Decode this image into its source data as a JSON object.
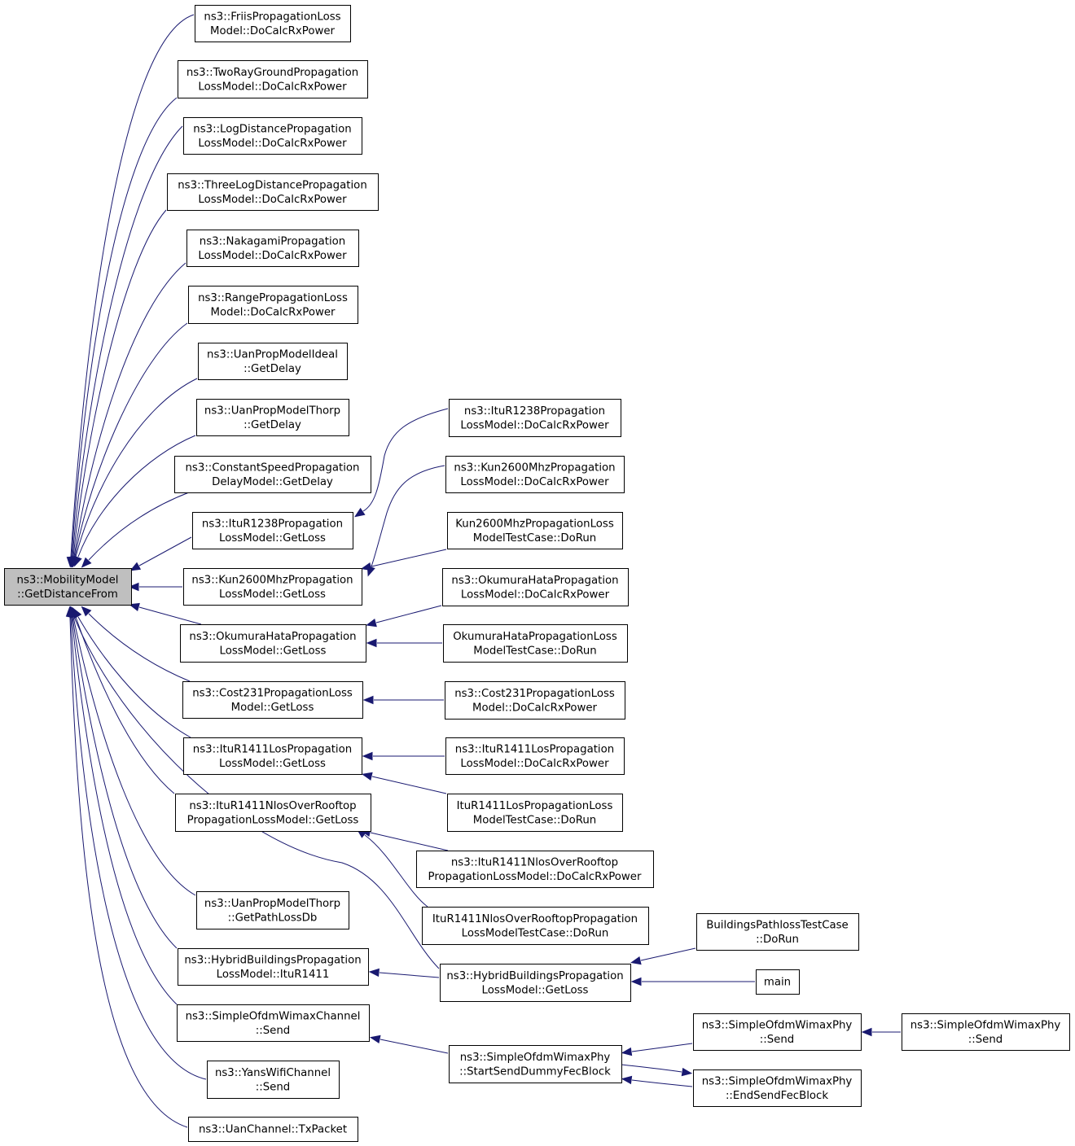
{
  "diagram": {
    "nodes": [
      {
        "id": "root",
        "lines": [
          "ns3::MobilityModel",
          "::GetDistanceFrom"
        ],
        "root": true
      },
      {
        "id": "friis",
        "lines": [
          "ns3::FriisPropagationLoss",
          "Model::DoCalcRxPower"
        ]
      },
      {
        "id": "tworay",
        "lines": [
          "ns3::TwoRayGroundPropagation",
          "LossModel::DoCalcRxPower"
        ]
      },
      {
        "id": "logdist",
        "lines": [
          "ns3::LogDistancePropagation",
          "LossModel::DoCalcRxPower"
        ]
      },
      {
        "id": "threelog",
        "lines": [
          "ns3::ThreeLogDistancePropagation",
          "LossModel::DoCalcRxPower"
        ]
      },
      {
        "id": "nakagami",
        "lines": [
          "ns3::NakagamiPropagation",
          "LossModel::DoCalcRxPower"
        ]
      },
      {
        "id": "range",
        "lines": [
          "ns3::RangePropagationLoss",
          "Model::DoCalcRxPower"
        ]
      },
      {
        "id": "uanideal",
        "lines": [
          "ns3::UanPropModelIdeal",
          "::GetDelay"
        ]
      },
      {
        "id": "uanthorp",
        "lines": [
          "ns3::UanPropModelThorp",
          "::GetDelay"
        ]
      },
      {
        "id": "constspeed",
        "lines": [
          "ns3::ConstantSpeedPropagation",
          "DelayModel::GetDelay"
        ]
      },
      {
        "id": "itu1238",
        "lines": [
          "ns3::ItuR1238Propagation",
          "LossModel::GetLoss"
        ]
      },
      {
        "id": "kun",
        "lines": [
          "ns3::Kun2600MhzPropagation",
          "LossModel::GetLoss"
        ]
      },
      {
        "id": "okumura",
        "lines": [
          "ns3::OkumuraHataPropagation",
          "LossModel::GetLoss"
        ]
      },
      {
        "id": "cost231",
        "lines": [
          "ns3::Cost231PropagationLoss",
          "Model::GetLoss"
        ]
      },
      {
        "id": "itu1411los",
        "lines": [
          "ns3::ItuR1411LosPropagation",
          "LossModel::GetLoss"
        ]
      },
      {
        "id": "itu1411nlos",
        "lines": [
          "ns3::ItuR1411NlosOverRooftop",
          "PropagationLossModel::GetLoss"
        ]
      },
      {
        "id": "uanthorppl",
        "lines": [
          "ns3::UanPropModelThorp",
          "::GetPathLossDb"
        ]
      },
      {
        "id": "hybrid1411",
        "lines": [
          "ns3::HybridBuildingsPropagation",
          "LossModel::ItuR1411"
        ]
      },
      {
        "id": "ofdmchan",
        "lines": [
          "ns3::SimpleOfdmWimaxChannel",
          "::Send"
        ]
      },
      {
        "id": "yans",
        "lines": [
          "ns3::YansWifiChannel",
          "::Send"
        ]
      },
      {
        "id": "uanchan",
        "lines": [
          "ns3::UanChannel::TxPacket"
        ]
      },
      {
        "id": "itu1238rx",
        "lines": [
          "ns3::ItuR1238Propagation",
          "LossModel::DoCalcRxPower"
        ]
      },
      {
        "id": "kunrx",
        "lines": [
          "ns3::Kun2600MhzPropagation",
          "LossModel::DoCalcRxPower"
        ]
      },
      {
        "id": "kuntest",
        "lines": [
          "Kun2600MhzPropagationLoss",
          "ModelTestCase::DoRun"
        ]
      },
      {
        "id": "okumurarx",
        "lines": [
          "ns3::OkumuraHataPropagation",
          "LossModel::DoCalcRxPower"
        ]
      },
      {
        "id": "okumuratest",
        "lines": [
          "OkumuraHataPropagationLoss",
          "ModelTestCase::DoRun"
        ]
      },
      {
        "id": "cost231rx",
        "lines": [
          "ns3::Cost231PropagationLoss",
          "Model::DoCalcRxPower"
        ]
      },
      {
        "id": "itu1411losrx",
        "lines": [
          "ns3::ItuR1411LosPropagation",
          "LossModel::DoCalcRxPower"
        ]
      },
      {
        "id": "itu1411lostest",
        "lines": [
          "ItuR1411LosPropagationLoss",
          "ModelTestCase::DoRun"
        ]
      },
      {
        "id": "itu1411nlosrx",
        "lines": [
          "ns3::ItuR1411NlosOverRooftop",
          "PropagationLossModel::DoCalcRxPower"
        ]
      },
      {
        "id": "itu1411nlostest",
        "lines": [
          "ItuR1411NlosOverRooftopPropagation",
          "LossModelTestCase::DoRun"
        ]
      },
      {
        "id": "hybridgetloss",
        "lines": [
          "ns3::HybridBuildingsPropagation",
          "LossModel::GetLoss"
        ]
      },
      {
        "id": "buildingstest",
        "lines": [
          "BuildingsPathlossTestCase",
          "::DoRun"
        ]
      },
      {
        "id": "main",
        "lines": [
          "main"
        ]
      },
      {
        "id": "startsend",
        "lines": [
          "ns3::SimpleOfdmWimaxPhy",
          "::StartSendDummyFecBlock"
        ]
      },
      {
        "id": "physend",
        "lines": [
          "ns3::SimpleOfdmWimaxPhy",
          "::Send"
        ]
      },
      {
        "id": "endsend",
        "lines": [
          "ns3::SimpleOfdmWimaxPhy",
          "::EndSendFecBlock"
        ]
      },
      {
        "id": "physend2",
        "lines": [
          "ns3::SimpleOfdmWimaxPhy",
          "::Send"
        ]
      }
    ],
    "edges": [
      {
        "from": "friis",
        "to": "root"
      },
      {
        "from": "tworay",
        "to": "root"
      },
      {
        "from": "logdist",
        "to": "root"
      },
      {
        "from": "threelog",
        "to": "root"
      },
      {
        "from": "nakagami",
        "to": "root"
      },
      {
        "from": "range",
        "to": "root"
      },
      {
        "from": "uanideal",
        "to": "root"
      },
      {
        "from": "uanthorp",
        "to": "root"
      },
      {
        "from": "constspeed",
        "to": "root"
      },
      {
        "from": "itu1238",
        "to": "root"
      },
      {
        "from": "kun",
        "to": "root"
      },
      {
        "from": "okumura",
        "to": "root"
      },
      {
        "from": "cost231",
        "to": "root"
      },
      {
        "from": "itu1411los",
        "to": "root"
      },
      {
        "from": "itu1411nlos",
        "to": "root"
      },
      {
        "from": "hybridgetloss",
        "to": "root"
      },
      {
        "from": "uanthorppl",
        "to": "root"
      },
      {
        "from": "hybrid1411",
        "to": "root"
      },
      {
        "from": "ofdmchan",
        "to": "root"
      },
      {
        "from": "yans",
        "to": "root"
      },
      {
        "from": "uanchan",
        "to": "root"
      },
      {
        "from": "itu1238rx",
        "to": "itu1238"
      },
      {
        "from": "kunrx",
        "to": "kun"
      },
      {
        "from": "kuntest",
        "to": "kun"
      },
      {
        "from": "okumurarx",
        "to": "okumura"
      },
      {
        "from": "okumuratest",
        "to": "okumura"
      },
      {
        "from": "cost231rx",
        "to": "cost231"
      },
      {
        "from": "itu1411losrx",
        "to": "itu1411los"
      },
      {
        "from": "itu1411lostest",
        "to": "itu1411los"
      },
      {
        "from": "itu1411nlosrx",
        "to": "itu1411nlos"
      },
      {
        "from": "itu1411nlostest",
        "to": "itu1411nlos"
      },
      {
        "from": "hybridgetloss",
        "to": "hybrid1411"
      },
      {
        "from": "buildingstest",
        "to": "hybridgetloss"
      },
      {
        "from": "main",
        "to": "hybridgetloss"
      },
      {
        "from": "startsend",
        "to": "ofdmchan"
      },
      {
        "from": "physend",
        "to": "startsend"
      },
      {
        "from": "endsend",
        "to": "startsend"
      },
      {
        "from": "startsend",
        "to": "endsend"
      },
      {
        "from": "physend2",
        "to": "physend"
      }
    ]
  }
}
